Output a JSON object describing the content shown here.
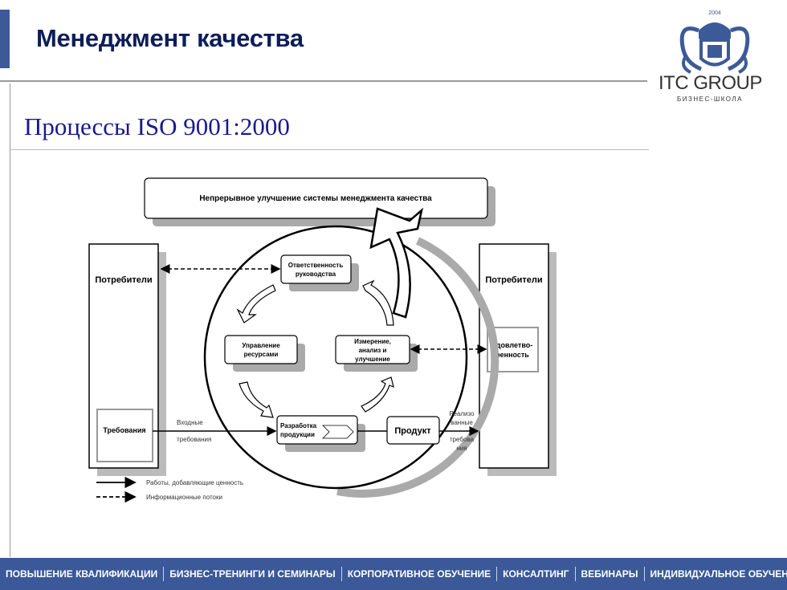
{
  "header": {
    "title": "Менеджмент качества"
  },
  "logo": {
    "brand": "ITC GROUP",
    "tagline": "БИЗНЕС-ШКОЛА",
    "year": "2004"
  },
  "slide": {
    "subtitle": "Процессы ISO 9001:2000"
  },
  "diagram": {
    "top_box": "Непрерывное улучшение системы менеджмента  качества",
    "left_customers": "Потребители",
    "right_customers": "Потребители",
    "requirements": "Требования",
    "satisfaction": [
      "Удовлетво-",
      "ренность"
    ],
    "management": [
      "Ответственность",
      "руководства"
    ],
    "resources": [
      "Управление",
      "ресурсами"
    ],
    "measurement": [
      "Измерение,",
      "анализ  и",
      "улучшение"
    ],
    "realization": [
      "Разработка",
      "продукции"
    ],
    "product": "Продукт",
    "input_label": [
      "Входные",
      "требования"
    ],
    "output_label": [
      "Реализо",
      "ванные",
      "требова",
      "ния"
    ],
    "legend": [
      {
        "style": "solid",
        "label": "Работы, добавляющие ценность"
      },
      {
        "style": "dashed",
        "label": "Информационные потоки"
      }
    ]
  },
  "footer": {
    "items": [
      "ПОВЫШЕНИЕ КВАЛИФИКАЦИИ",
      "БИЗНЕС-ТРЕНИНГИ И СЕМИНАРЫ",
      "КОРПОРАТИВНОЕ ОБУЧЕНИЕ",
      "КОНСАЛТИНГ",
      "ВЕБИНАРЫ",
      "ИНДИВИДУАЛЬНОЕ ОБУЧЕНИЕ"
    ]
  },
  "colors": {
    "accent": "#3b5998",
    "title": "#0b1d5a",
    "subtitle": "#1a1a8c"
  }
}
